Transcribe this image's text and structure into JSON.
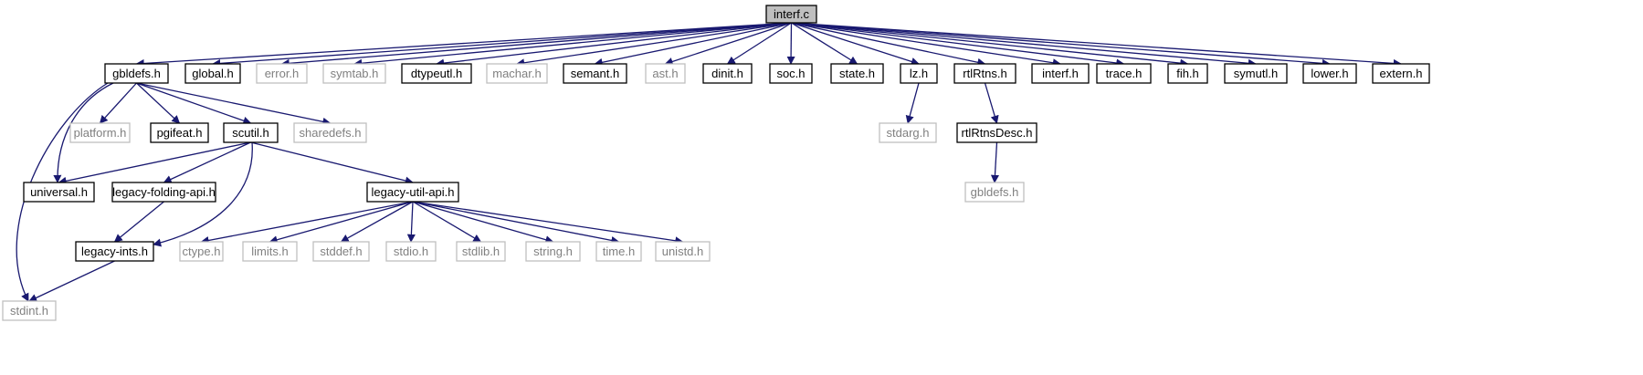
{
  "colors": {
    "edge": "#191970",
    "root_fill": "#bfbfbf",
    "node_fill": "#ffffff",
    "documented_border": "#000000",
    "external_border": "#bfbfbf",
    "documented_text": "#000000",
    "external_text": "#808080"
  },
  "graph": {
    "root": "interf.c",
    "nodes": [
      {
        "id": "interf_c",
        "label": "interf.c",
        "kind": "root"
      },
      {
        "id": "gbldefs_h",
        "label": "gbldefs.h",
        "kind": "documented"
      },
      {
        "id": "global_h",
        "label": "global.h",
        "kind": "documented"
      },
      {
        "id": "error_h",
        "label": "error.h",
        "kind": "external"
      },
      {
        "id": "symtab_h",
        "label": "symtab.h",
        "kind": "external"
      },
      {
        "id": "dtypeutl_h",
        "label": "dtypeutl.h",
        "kind": "documented"
      },
      {
        "id": "machar_h",
        "label": "machar.h",
        "kind": "external"
      },
      {
        "id": "semant_h",
        "label": "semant.h",
        "kind": "documented"
      },
      {
        "id": "ast_h",
        "label": "ast.h",
        "kind": "external"
      },
      {
        "id": "dinit_h",
        "label": "dinit.h",
        "kind": "documented"
      },
      {
        "id": "soc_h",
        "label": "soc.h",
        "kind": "documented"
      },
      {
        "id": "state_h",
        "label": "state.h",
        "kind": "documented"
      },
      {
        "id": "lz_h",
        "label": "lz.h",
        "kind": "documented"
      },
      {
        "id": "rtlRtns_h",
        "label": "rtlRtns.h",
        "kind": "documented"
      },
      {
        "id": "interf_h",
        "label": "interf.h",
        "kind": "documented"
      },
      {
        "id": "trace_h",
        "label": "trace.h",
        "kind": "documented"
      },
      {
        "id": "fih_h",
        "label": "fih.h",
        "kind": "documented"
      },
      {
        "id": "symutl_h",
        "label": "symutl.h",
        "kind": "documented"
      },
      {
        "id": "lower_h",
        "label": "lower.h",
        "kind": "documented"
      },
      {
        "id": "extern_h",
        "label": "extern.h",
        "kind": "documented"
      },
      {
        "id": "platform_h",
        "label": "platform.h",
        "kind": "external"
      },
      {
        "id": "pgifeat_h",
        "label": "pgifeat.h",
        "kind": "documented"
      },
      {
        "id": "scutil_h",
        "label": "scutil.h",
        "kind": "documented"
      },
      {
        "id": "sharedefs_h",
        "label": "sharedefs.h",
        "kind": "external"
      },
      {
        "id": "stdarg_h",
        "label": "stdarg.h",
        "kind": "external"
      },
      {
        "id": "rtlRtnsDesc_h",
        "label": "rtlRtnsDesc.h",
        "kind": "documented"
      },
      {
        "id": "universal_h",
        "label": "universal.h",
        "kind": "documented"
      },
      {
        "id": "legacy_folding_api_h",
        "label": "legacy-folding-api.h",
        "kind": "documented"
      },
      {
        "id": "legacy_util_api_h",
        "label": "legacy-util-api.h",
        "kind": "documented"
      },
      {
        "id": "gbldefs_h_2",
        "label": "gbldefs.h",
        "kind": "external"
      },
      {
        "id": "legacy_ints_h",
        "label": "legacy-ints.h",
        "kind": "documented"
      },
      {
        "id": "ctype_h",
        "label": "ctype.h",
        "kind": "external"
      },
      {
        "id": "limits_h",
        "label": "limits.h",
        "kind": "external"
      },
      {
        "id": "stddef_h",
        "label": "stddef.h",
        "kind": "external"
      },
      {
        "id": "stdio_h",
        "label": "stdio.h",
        "kind": "external"
      },
      {
        "id": "stdlib_h",
        "label": "stdlib.h",
        "kind": "external"
      },
      {
        "id": "string_h",
        "label": "string.h",
        "kind": "external"
      },
      {
        "id": "time_h",
        "label": "time.h",
        "kind": "external"
      },
      {
        "id": "unistd_h",
        "label": "unistd.h",
        "kind": "external"
      },
      {
        "id": "stdint_h",
        "label": "stdint.h",
        "kind": "external"
      }
    ],
    "edges": [
      {
        "from": "interf_c",
        "to": "gbldefs_h"
      },
      {
        "from": "interf_c",
        "to": "global_h"
      },
      {
        "from": "interf_c",
        "to": "error_h"
      },
      {
        "from": "interf_c",
        "to": "symtab_h"
      },
      {
        "from": "interf_c",
        "to": "dtypeutl_h"
      },
      {
        "from": "interf_c",
        "to": "machar_h"
      },
      {
        "from": "interf_c",
        "to": "semant_h"
      },
      {
        "from": "interf_c",
        "to": "ast_h"
      },
      {
        "from": "interf_c",
        "to": "dinit_h"
      },
      {
        "from": "interf_c",
        "to": "soc_h"
      },
      {
        "from": "interf_c",
        "to": "state_h"
      },
      {
        "from": "interf_c",
        "to": "lz_h"
      },
      {
        "from": "interf_c",
        "to": "rtlRtns_h"
      },
      {
        "from": "interf_c",
        "to": "interf_h"
      },
      {
        "from": "interf_c",
        "to": "trace_h"
      },
      {
        "from": "interf_c",
        "to": "fih_h"
      },
      {
        "from": "interf_c",
        "to": "symutl_h"
      },
      {
        "from": "interf_c",
        "to": "lower_h"
      },
      {
        "from": "interf_c",
        "to": "extern_h"
      },
      {
        "from": "gbldefs_h",
        "to": "platform_h"
      },
      {
        "from": "gbldefs_h",
        "to": "pgifeat_h"
      },
      {
        "from": "gbldefs_h",
        "to": "scutil_h"
      },
      {
        "from": "gbldefs_h",
        "to": "sharedefs_h"
      },
      {
        "from": "gbldefs_h",
        "to": "universal_h"
      },
      {
        "from": "gbldefs_h",
        "to": "stdint_h"
      },
      {
        "from": "lz_h",
        "to": "stdarg_h"
      },
      {
        "from": "rtlRtns_h",
        "to": "rtlRtnsDesc_h"
      },
      {
        "from": "rtlRtnsDesc_h",
        "to": "gbldefs_h_2"
      },
      {
        "from": "scutil_h",
        "to": "universal_h"
      },
      {
        "from": "scutil_h",
        "to": "legacy_folding_api_h"
      },
      {
        "from": "scutil_h",
        "to": "legacy_util_api_h"
      },
      {
        "from": "scutil_h",
        "to": "legacy_ints_h"
      },
      {
        "from": "legacy_folding_api_h",
        "to": "legacy_ints_h"
      },
      {
        "from": "legacy_ints_h",
        "to": "stdint_h"
      },
      {
        "from": "legacy_util_api_h",
        "to": "ctype_h"
      },
      {
        "from": "legacy_util_api_h",
        "to": "limits_h"
      },
      {
        "from": "legacy_util_api_h",
        "to": "stddef_h"
      },
      {
        "from": "legacy_util_api_h",
        "to": "stdio_h"
      },
      {
        "from": "legacy_util_api_h",
        "to": "stdlib_h"
      },
      {
        "from": "legacy_util_api_h",
        "to": "string_h"
      },
      {
        "from": "legacy_util_api_h",
        "to": "time_h"
      },
      {
        "from": "legacy_util_api_h",
        "to": "unistd_h"
      }
    ]
  }
}
